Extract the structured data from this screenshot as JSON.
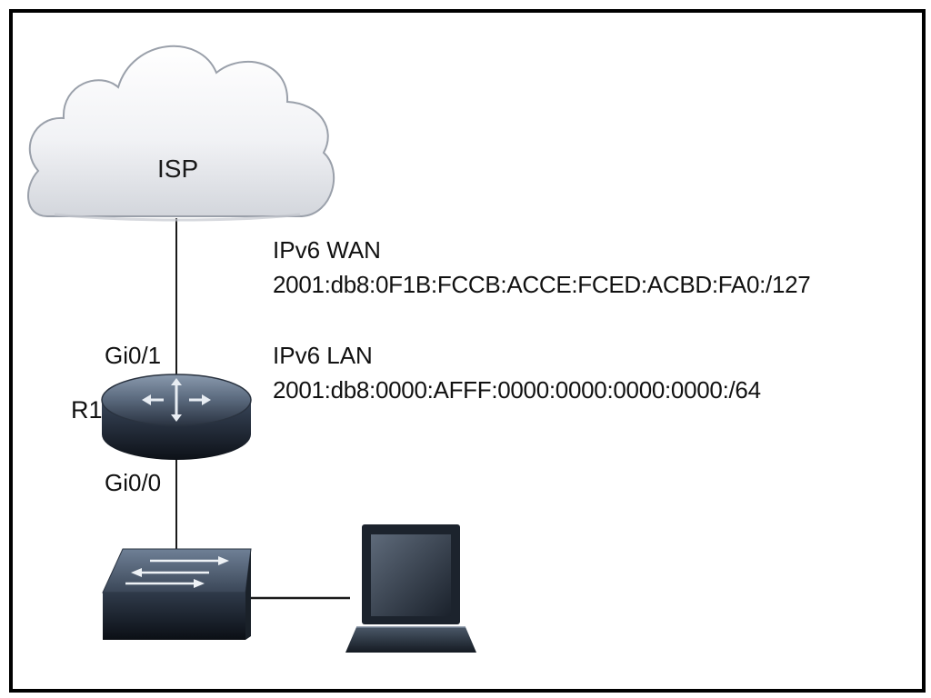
{
  "cloud": {
    "label": "ISP"
  },
  "router": {
    "name": "R1",
    "interfaces": {
      "upper": "Gi0/1",
      "lower": "Gi0/0"
    }
  },
  "networks": {
    "wan": {
      "title": "IPv6 WAN",
      "address": "2001:db8:0F1B:FCCB:ACCE:FCED:ACBD:FA0:/127"
    },
    "lan": {
      "title": "IPv6 LAN",
      "address": "2001:db8:0000:AFFF:0000:0000:0000:0000:/64"
    }
  },
  "devices": {
    "cloud_icon": "cloud-icon",
    "router_icon": "router-icon",
    "switch_icon": "switch-icon",
    "laptop_icon": "laptop-icon"
  },
  "colors": {
    "border": "#000000",
    "device_dark": "#1f2733",
    "device_light": "#5a6b80",
    "cloud_fill": "#eef0f4"
  }
}
